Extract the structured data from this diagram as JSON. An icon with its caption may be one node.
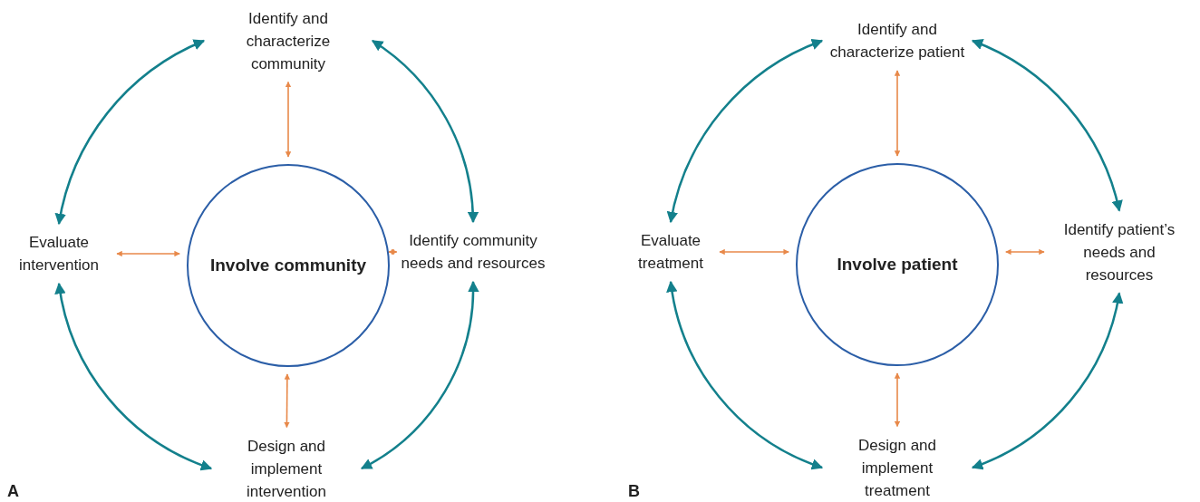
{
  "diagram": {
    "nodes": [
      {
        "text": [
          "Identify and characterize community"
        ]
      },
      {
        "text": [
          "Evaluate intervention"
        ]
      },
      {
        "text": [
          "Involve community"
        ]
      },
      {
        "text": [
          "Identify community needs and resources"
        ]
      },
      {
        "text": [
          "Design and implement intervention"
        ]
      },
      {
        "text": [
          "Identify and characterize patient"
        ]
      },
      {
        "text": [
          "Evaluate treatment"
        ]
      },
      {
        "text": [
          "Involve patient"
        ]
      },
      {
        "text": [
          "Identify patient’s needs and resources"
        ]
      },
      {
        "text": [
          "Design and implement treatment"
        ]
      }
    ],
    "edges": [
      {
        "from": 0,
        "to": 2,
        "arrow": "both"
      },
      {
        "from": 1,
        "to": 2,
        "arrow": "both"
      },
      {
        "from": 3,
        "to": 2,
        "arrow": "both"
      },
      {
        "from": 4,
        "to": 2,
        "arrow": "both"
      },
      {
        "from": 0,
        "to": 3,
        "arrow": "both",
        "color": "#13808c"
      },
      {
        "from": 3,
        "to": 4,
        "arrow": "both",
        "color": "#13808c"
      },
      {
        "from": 4,
        "to": 1,
        "arrow": "both",
        "color": "#13808c"
      },
      {
        "from": 1,
        "to": 0,
        "arrow": "both",
        "color": "#13808c"
      },
      {
        "from": 5,
        "to": 7,
        "arrow": "both"
      },
      {
        "from": 6,
        "to": 7,
        "arrow": "both"
      },
      {
        "from": 8,
        "to": 7,
        "arrow": "both"
      },
      {
        "from": 9,
        "to": 7,
        "arrow": "both"
      },
      {
        "from": 5,
        "to": 8,
        "arrow": "both",
        "color": "#13808c"
      },
      {
        "from": 8,
        "to": 9,
        "arrow": "both",
        "color": "#13808c"
      },
      {
        "from": 9,
        "to": 6,
        "arrow": "both",
        "color": "#13808c"
      },
      {
        "from": 6,
        "to": 5,
        "arrow": "both",
        "color": "#13808c"
      }
    ],
    "labels": [
      "A",
      "B"
    ]
  }
}
